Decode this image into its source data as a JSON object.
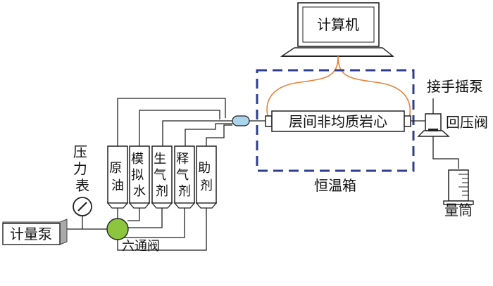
{
  "labels": {
    "computer": "计算机",
    "core": "层间非均质岩心",
    "oven": "恒温箱",
    "hand_pump": "接手摇泵",
    "back_pressure_valve": "回压阀",
    "graduated_cylinder": "量筒",
    "pressure_gauge": "压力表",
    "metering_pump": "计量泵",
    "six_way_valve": "六通阀"
  },
  "containers": [
    {
      "label": "原油"
    },
    {
      "label": "模拟水"
    },
    {
      "label": "生气剂"
    },
    {
      "label": "释气剂"
    },
    {
      "label": "助剂"
    }
  ],
  "colors": {
    "oven_border": "#2e3d8f",
    "fiber_lines": "#e8813a",
    "six_way_valve": "#8cc63f",
    "inlet_connector": "#a9d4ea",
    "pump_shadow": "#aaaaaa",
    "line": "#222222"
  }
}
